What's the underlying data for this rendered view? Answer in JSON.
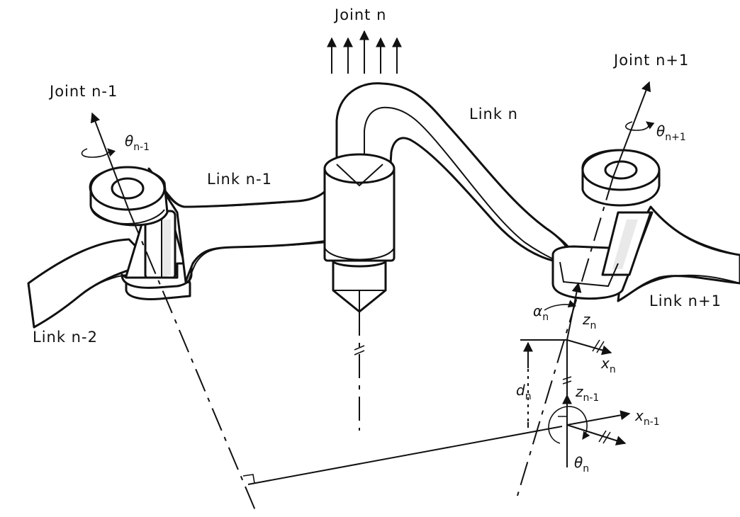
{
  "labels": {
    "joint_n": "Joint n",
    "joint_n_minus_1": "Joint n-1",
    "joint_n_plus_1": "Joint n+1",
    "link_n": "Link n",
    "link_n_minus_1": "Link n-1",
    "link_n_minus_2": "Link n-2",
    "link_n_plus_1": "Link n+1"
  },
  "symbols": {
    "theta_n_minus_1": {
      "base": "θ",
      "sub": "n-1"
    },
    "theta_n_plus_1": {
      "base": "θ",
      "sub": "n+1"
    },
    "theta_n": {
      "base": "θ",
      "sub": "n"
    },
    "alpha_n": {
      "base": "α",
      "sub": "n"
    },
    "z_n": {
      "base": "z",
      "sub": "n"
    },
    "x_n": {
      "base": "x",
      "sub": "n"
    },
    "d_n": {
      "base": "d",
      "sub": "n"
    },
    "z_n_minus_1": {
      "base": "z",
      "sub": "n-1"
    },
    "x_n_minus_1": {
      "base": "x",
      "sub": "n-1"
    }
  }
}
